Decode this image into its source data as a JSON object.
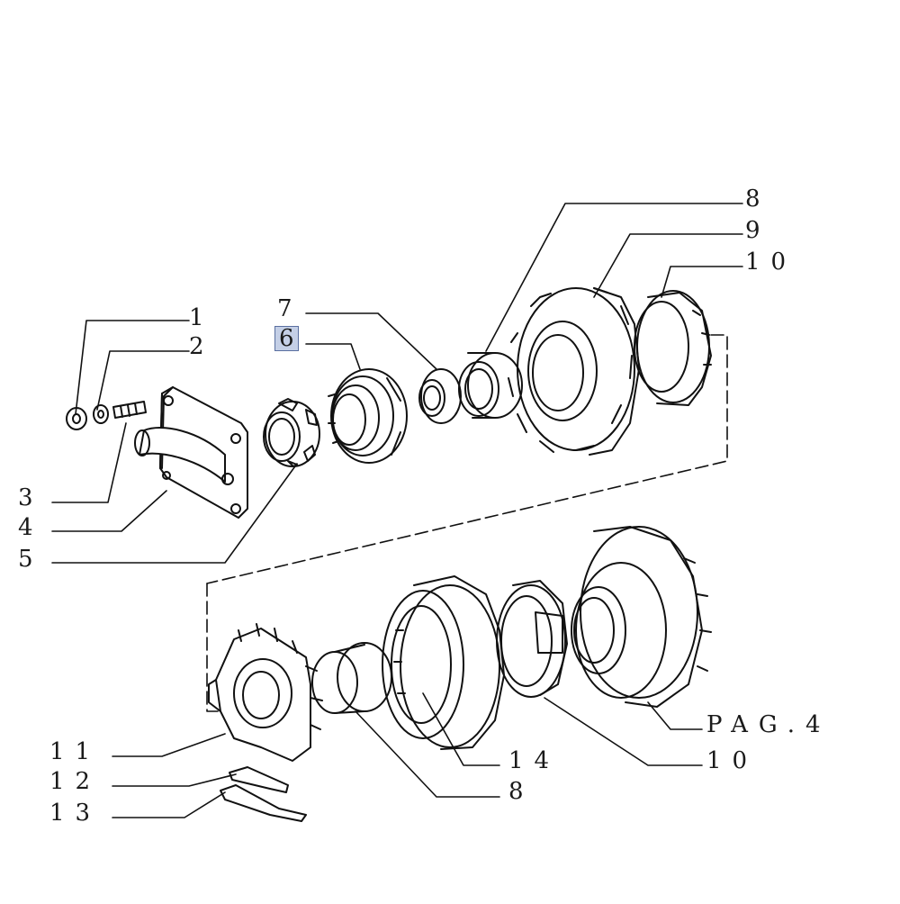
{
  "diagram": {
    "highlight_color": "#c4cfe6",
    "callouts": [
      {
        "id": "c1",
        "text": "1"
      },
      {
        "id": "c2",
        "text": "2"
      },
      {
        "id": "c3",
        "text": "3"
      },
      {
        "id": "c4",
        "text": "4"
      },
      {
        "id": "c5",
        "text": "5"
      },
      {
        "id": "c7",
        "text": "7"
      },
      {
        "id": "c6",
        "text": "6",
        "highlighted": true
      },
      {
        "id": "c8a",
        "text": "8"
      },
      {
        "id": "c9",
        "text": "9"
      },
      {
        "id": "c10a",
        "text": "10"
      },
      {
        "id": "c11",
        "text": "11"
      },
      {
        "id": "c12",
        "text": "12"
      },
      {
        "id": "c13",
        "text": "13"
      },
      {
        "id": "c14",
        "text": "14"
      },
      {
        "id": "c8b",
        "text": "8"
      },
      {
        "id": "c10b",
        "text": "10"
      },
      {
        "id": "cpag",
        "text": "PAG.4"
      }
    ]
  }
}
